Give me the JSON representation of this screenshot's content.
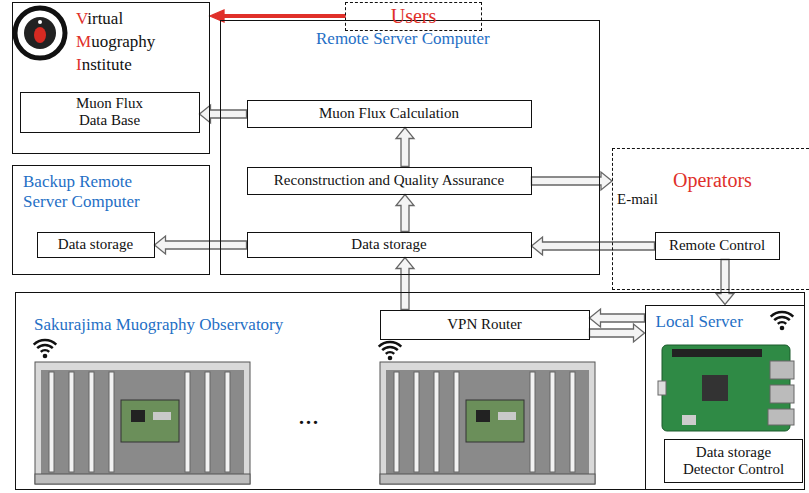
{
  "diagram": {
    "nodes": [
      {
        "text": [
          "Users"
        ]
      },
      {
        "text": [
          "Virtual Muography Institute"
        ]
      },
      {
        "text": [
          "Muon Flux Data Base"
        ],
        "in": 1
      },
      {
        "text": [
          "Remote Server Computer"
        ]
      },
      {
        "text": [
          "Muon Flux Calculation"
        ],
        "in": 3
      },
      {
        "text": [
          "Reconstruction and Quality Assurance"
        ],
        "in": 3
      },
      {
        "text": [
          "Data storage"
        ],
        "in": 3
      },
      {
        "text": [
          "Backup Remote Server Computer"
        ]
      },
      {
        "text": [
          "Data storage"
        ],
        "in": 7
      },
      {
        "text": [
          "Operators"
        ]
      },
      {
        "text": [
          "Remote Control"
        ],
        "in": 9
      },
      {
        "text": [
          "Sakurajima Muography Observatory"
        ]
      },
      {
        "text": [
          "VPN Router"
        ],
        "in": 11
      },
      {
        "text": [
          "Local Server"
        ],
        "in": 11
      },
      {
        "text": [
          "Data storage Detector Control"
        ],
        "in": 13
      }
    ],
    "edges": [
      {
        "from": 0,
        "to": 1,
        "arrow": "to"
      },
      {
        "from": 6,
        "to": 5,
        "arrow": "to"
      },
      {
        "from": 5,
        "to": 4,
        "arrow": "to"
      },
      {
        "from": 4,
        "to": 2,
        "arrow": "to"
      },
      {
        "from": 6,
        "to": 8,
        "arrow": "to"
      },
      {
        "from": 5,
        "to": 9,
        "arrow": "to",
        "label": "E-mail"
      },
      {
        "from": 10,
        "to": 6,
        "arrow": "to"
      },
      {
        "from": 10,
        "to": 13,
        "arrow": "to"
      },
      {
        "from": 12,
        "to": 6,
        "arrow": "to"
      },
      {
        "from": 13,
        "to": 12,
        "arrow": "to"
      },
      {
        "from": 12,
        "to": 13,
        "arrow": "to"
      }
    ],
    "labels": [
      "..."
    ]
  }
}
